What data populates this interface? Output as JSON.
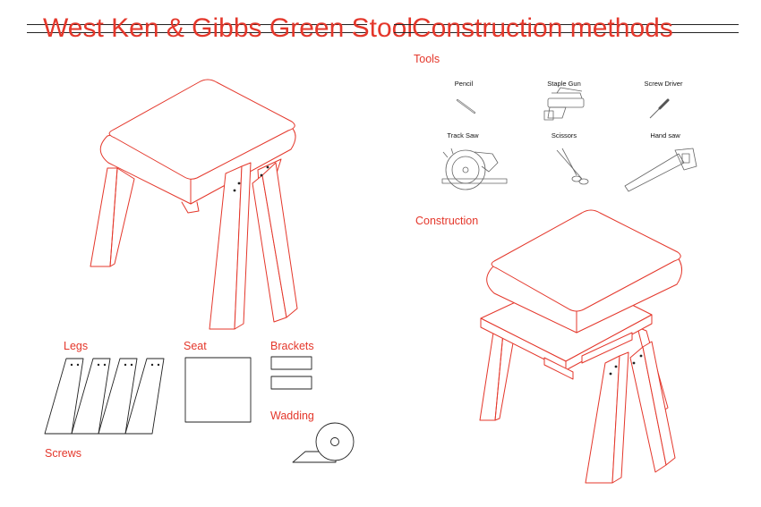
{
  "left_panel": {
    "title": "West Ken & Gibbs Green Stool",
    "parts": {
      "legs_label": "Legs",
      "seat_label": "Seat",
      "brackets_label": "Brackets",
      "wadding_label": "Wadding",
      "screws_label": "Screws"
    }
  },
  "right_panel": {
    "title": "Construction methods",
    "tools_heading": "Tools",
    "tools": [
      {
        "label": "Pencil",
        "icon": "pencil-icon"
      },
      {
        "label": "Staple Gun",
        "icon": "staple-gun-icon"
      },
      {
        "label": "Screw Driver",
        "icon": "screwdriver-icon"
      },
      {
        "label": "Track Saw",
        "icon": "track-saw-icon"
      },
      {
        "label": "Scissors",
        "icon": "scissors-icon"
      },
      {
        "label": "Hand saw",
        "icon": "hand-saw-icon"
      }
    ],
    "construction_heading": "Construction"
  },
  "colors": {
    "accent": "#e4372b",
    "line": "#222222",
    "background": "#ffffff"
  }
}
